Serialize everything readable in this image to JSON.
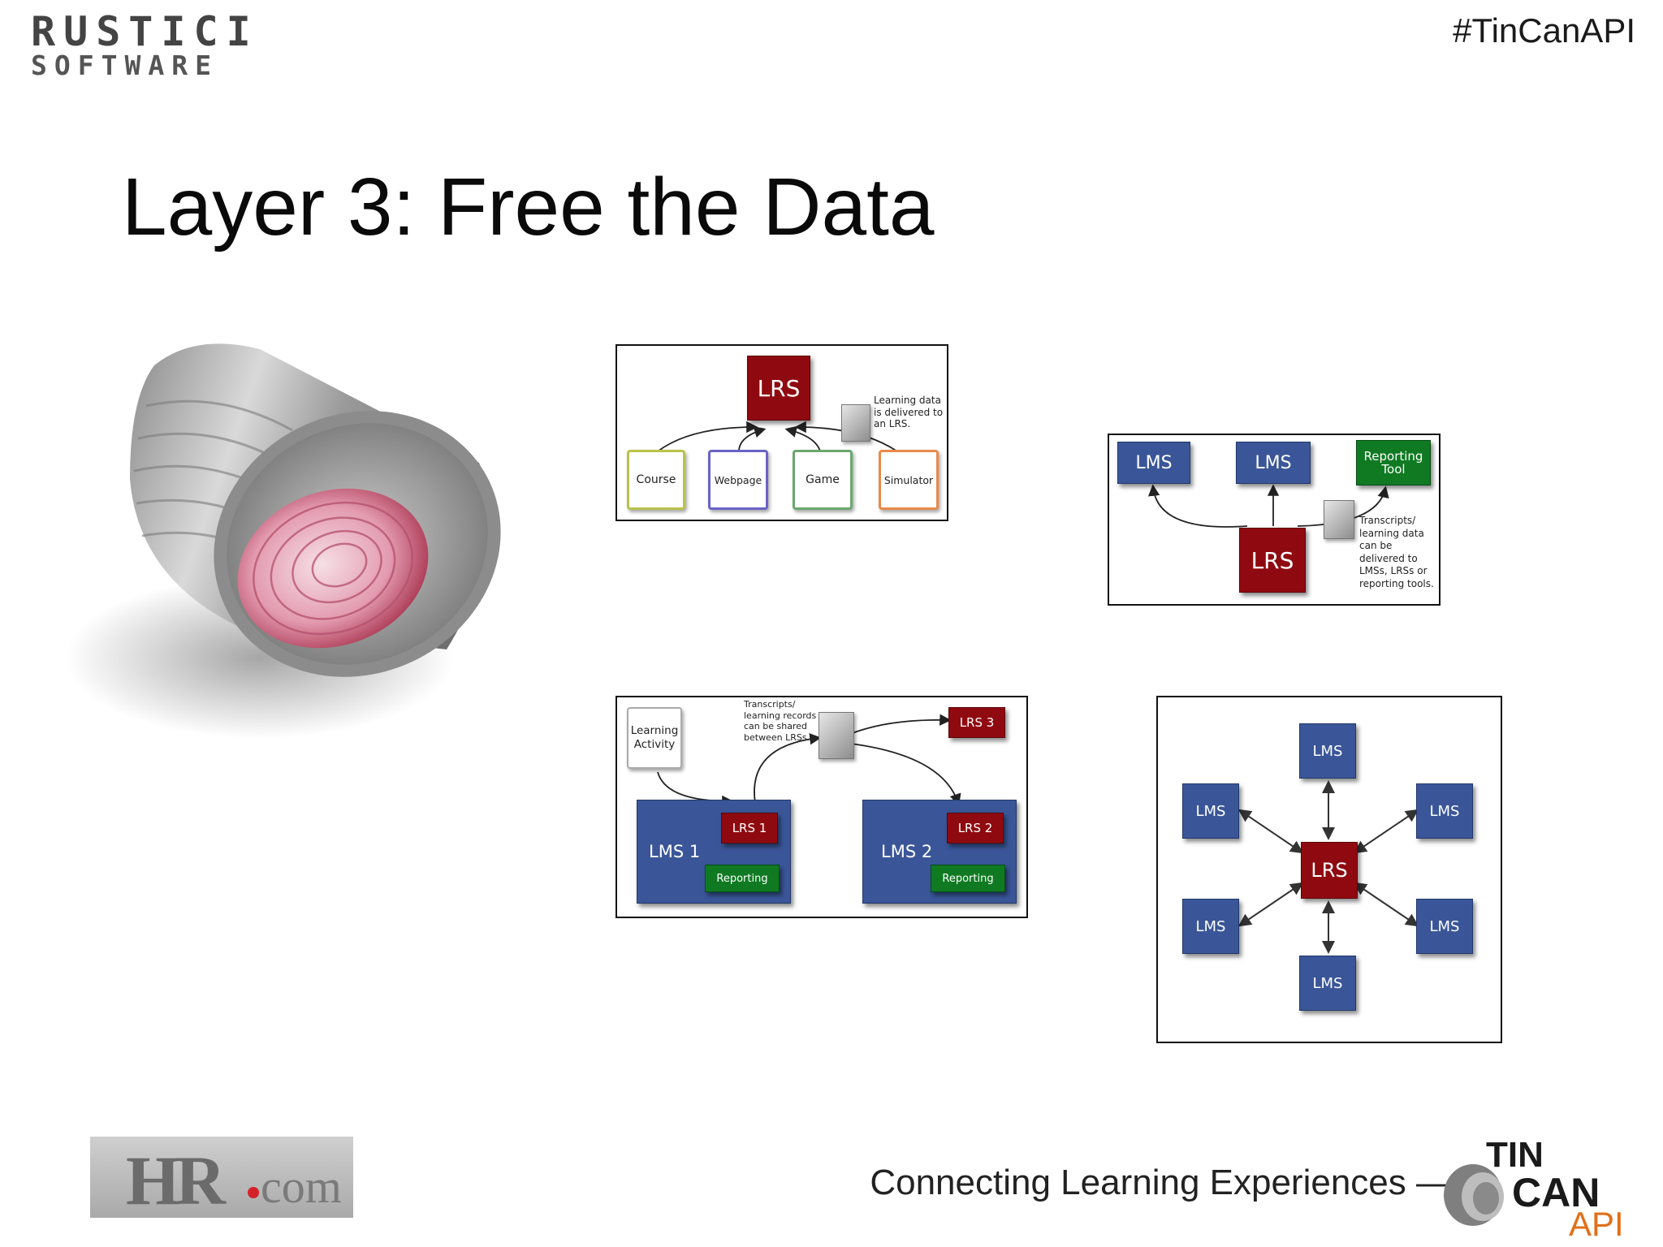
{
  "header": {
    "logo_line1": "RUSTICI",
    "logo_line2": "SOFTWARE",
    "hashtag": "#TinCanAPI"
  },
  "slide": {
    "title": "Layer 3: Free the Data"
  },
  "diagram1": {
    "lrs": "LRS",
    "note": [
      "Learning data",
      "is delivered to",
      "an LRS."
    ],
    "sources": [
      "Course",
      "Webpage",
      "Game",
      "Simulator"
    ]
  },
  "diagram2": {
    "lms_a": "LMS",
    "lms_b": "LMS",
    "reporting": [
      "Reporting",
      "Tool"
    ],
    "lrs": "LRS",
    "note": [
      "Transcripts/",
      "learning data",
      "can be",
      "delivered to",
      "LMSs, LRSs or",
      "reporting tools."
    ]
  },
  "diagram3": {
    "learning_activity": [
      "Learning",
      "Activity"
    ],
    "note": [
      "Transcripts/",
      "learning records",
      "can be shared",
      "between LRSs."
    ],
    "lrs3": "LRS 3",
    "lms1": "LMS 1",
    "lrs1": "LRS 1",
    "reporting1": "Reporting",
    "lms2": "LMS 2",
    "lrs2": "LRS 2",
    "reporting2": "Reporting"
  },
  "diagram4": {
    "center": "LRS",
    "lms_labels": [
      "LMS",
      "LMS",
      "LMS",
      "LMS",
      "LMS",
      "LMS"
    ]
  },
  "footer": {
    "tagline": "Connecting Learning Experiences —",
    "hr_big": "HR",
    "hr_com": "com",
    "tincan_tin": "TIN",
    "tincan_can": "CAN",
    "tincan_api": "API"
  },
  "colors": {
    "lrs_red": "#8f0a10",
    "lms_blue": "#3a5698",
    "reporting_green": "#0f7a22",
    "course_border": "#b9c24a",
    "webpage_border": "#6a63c6",
    "game_border": "#6aa86e",
    "simulator_border": "#e98a4a"
  },
  "icons": [
    "tin-can-onion-image",
    "document-icon"
  ]
}
